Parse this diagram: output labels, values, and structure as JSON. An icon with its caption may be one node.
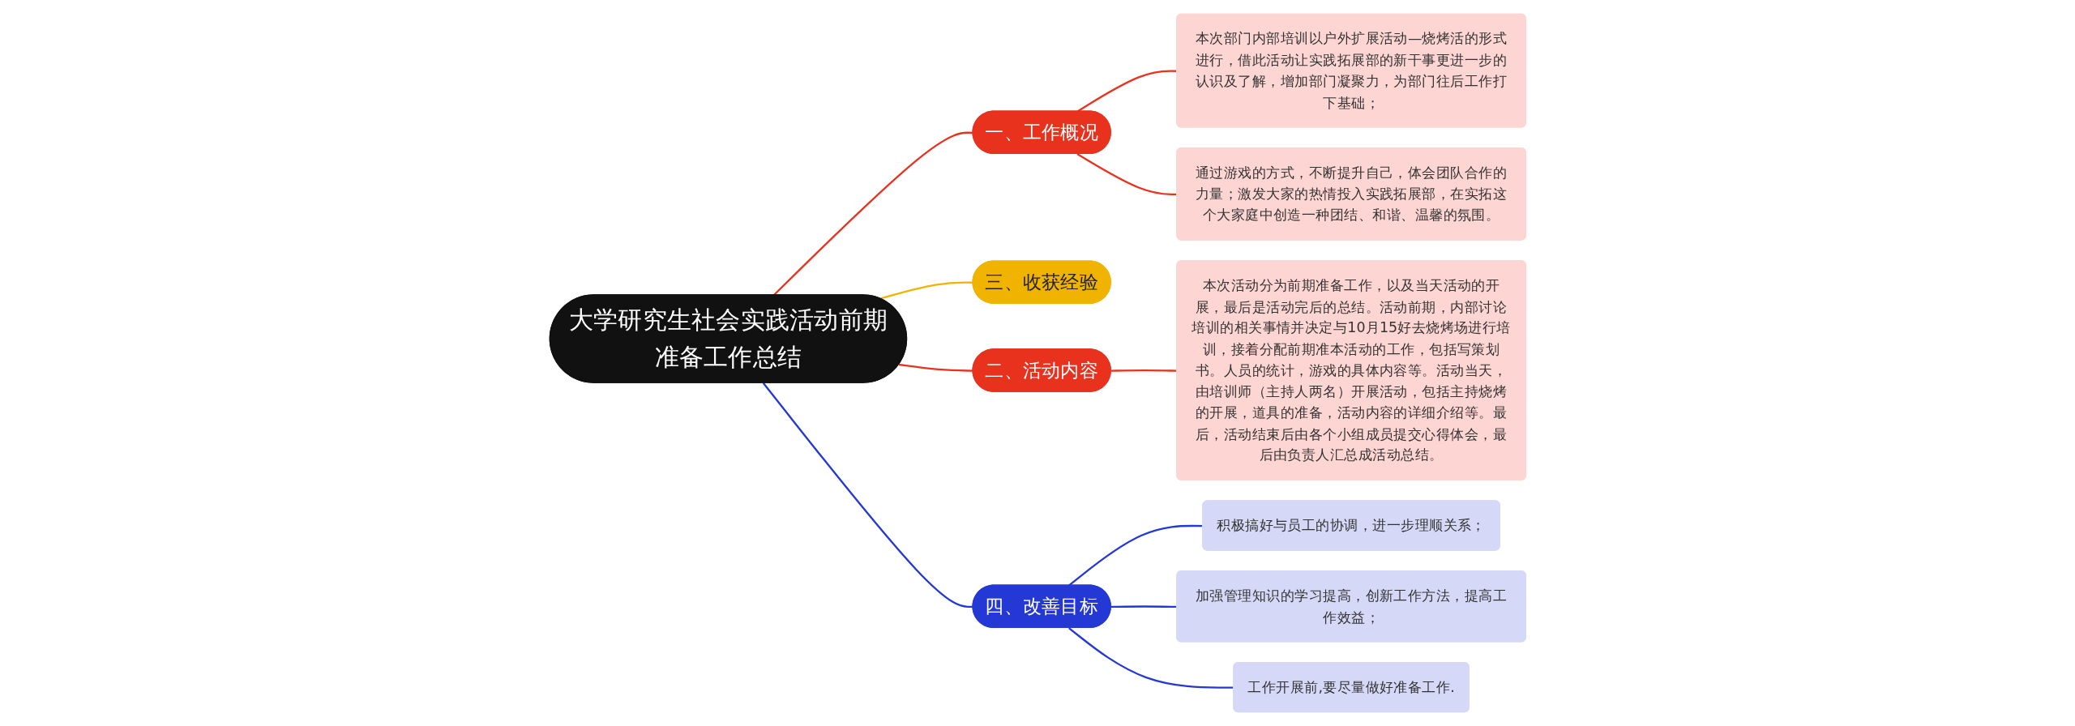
{
  "diagram": {
    "nodes": [
      {
        "text": [
          "大学研究生社会实践活动前期准备工作总结"
        ]
      },
      {
        "text": [
          "一、工作概况"
        ]
      },
      {
        "text": [
          "本次部门内部培训以户外扩展活动—烧烤活的形式进行，借此活动让实践拓展部的新干事更进一步的认识及了解，增加部门凝聚力，为部门往后工作打下基础；"
        ]
      },
      {
        "text": [
          "通过游戏的方式，不断提升自己，体会团队合作的力量；激发大家的热情投入实践拓展部，在实拓这个大家庭中创造一种团结、和谐、温馨的氛围。"
        ]
      },
      {
        "text": [
          "三、收获经验"
        ]
      },
      {
        "text": [
          "二、活动内容"
        ]
      },
      {
        "text": [
          "本次活动分为前期准备工作，以及当天活动的开展，最后是活动完后的总结。活动前期，内部讨论培训的相关事情并决定与10月15好去烧烤场进行培训，接着分配前期准本活动的工作，包括写策划书。人员的统计，游戏的具体内容等。活动当天，由培训师（主持人两名）开展活动，包括主持烧烤的开展，道具的准备，活动内容的详细介绍等。最后，活动结束后由各个小组成员提交心得体会，最后由负责人汇总成活动总结。"
        ]
      },
      {
        "text": [
          "四、改善目标"
        ]
      },
      {
        "text": [
          "积极搞好与员工的协调，进一步理顺关系；"
        ]
      },
      {
        "text": [
          "加强管理知识的学习提高，创新工作方法，提高工作效益；"
        ]
      },
      {
        "text": [
          "工作开展前,要尽量做好准备工作."
        ]
      }
    ],
    "edges": [
      {
        "from": 0,
        "to": 1,
        "arrow": "none"
      },
      {
        "from": 1,
        "to": 2,
        "arrow": "none"
      },
      {
        "from": 1,
        "to": 3,
        "arrow": "none"
      },
      {
        "from": 0,
        "to": 4,
        "arrow": "none",
        "color": "#f0b400"
      },
      {
        "from": 0,
        "to": 5,
        "arrow": "none"
      },
      {
        "from": 5,
        "to": 6,
        "arrow": "none"
      },
      {
        "from": 0,
        "to": 7,
        "arrow": "none",
        "color": "#2438d6"
      },
      {
        "from": 7,
        "to": 8,
        "arrow": "none",
        "color": "#2438d6"
      },
      {
        "from": 7,
        "to": 9,
        "arrow": "none",
        "color": "#2438d6"
      },
      {
        "from": 7,
        "to": 10,
        "arrow": "none",
        "color": "#2438d6"
      }
    ]
  }
}
